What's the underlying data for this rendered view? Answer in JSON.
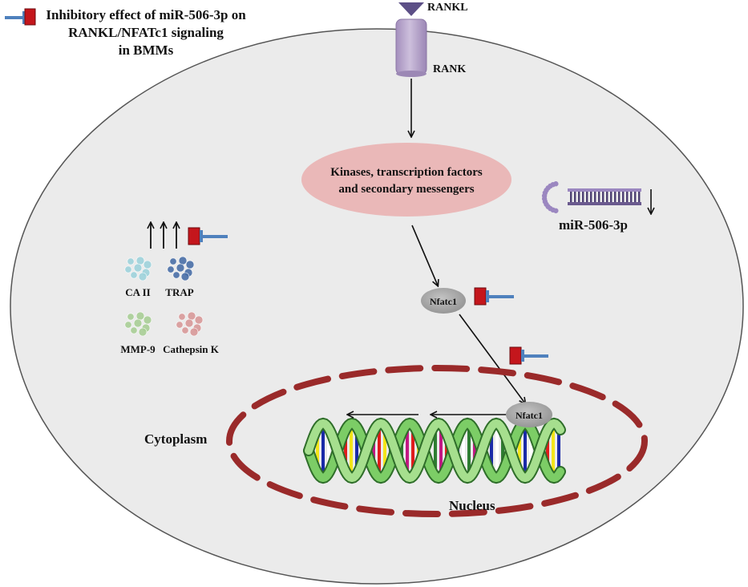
{
  "legend": {
    "lines": [
      "Inhibitory effect of miR-506-3p on",
      "RANKL/NFATc1 signaling",
      "in BMMs"
    ]
  },
  "labels": {
    "rankl": "RANKL",
    "rank": "RANK",
    "kinases_line1": "Kinases, transcription factors",
    "kinases_line2": "and secondary messengers",
    "mirna": "miR-506-3p",
    "nfatc1_cytoplasm": "Nfatc1",
    "nfatc1_nucleus": "Nfatc1",
    "cytoplasm": "Cytoplasm",
    "nucleus": "Nucleus"
  },
  "markers": [
    {
      "label": "CA II"
    },
    {
      "label": "TRAP"
    },
    {
      "label": "MMP-9"
    },
    {
      "label": "Cathepsin K"
    }
  ],
  "colors": {
    "cell_fill": "#ebebeb",
    "cell_stroke": "#555555",
    "receptor": "#b9a6cc",
    "kinase_ellipse": "#eab8b8",
    "nfatc1": "#a8a8a8",
    "nucleus_dash": "#9a2a2a",
    "inhibitor_red": "#c4161c",
    "inhibitor_blue": "#4f81bd",
    "mirna": "#9b87c0",
    "ca2": "#9fd3dc",
    "trap": "#4a6fa8",
    "mmp9": "#a9cf96",
    "cathepsin": "#d99a9a"
  }
}
